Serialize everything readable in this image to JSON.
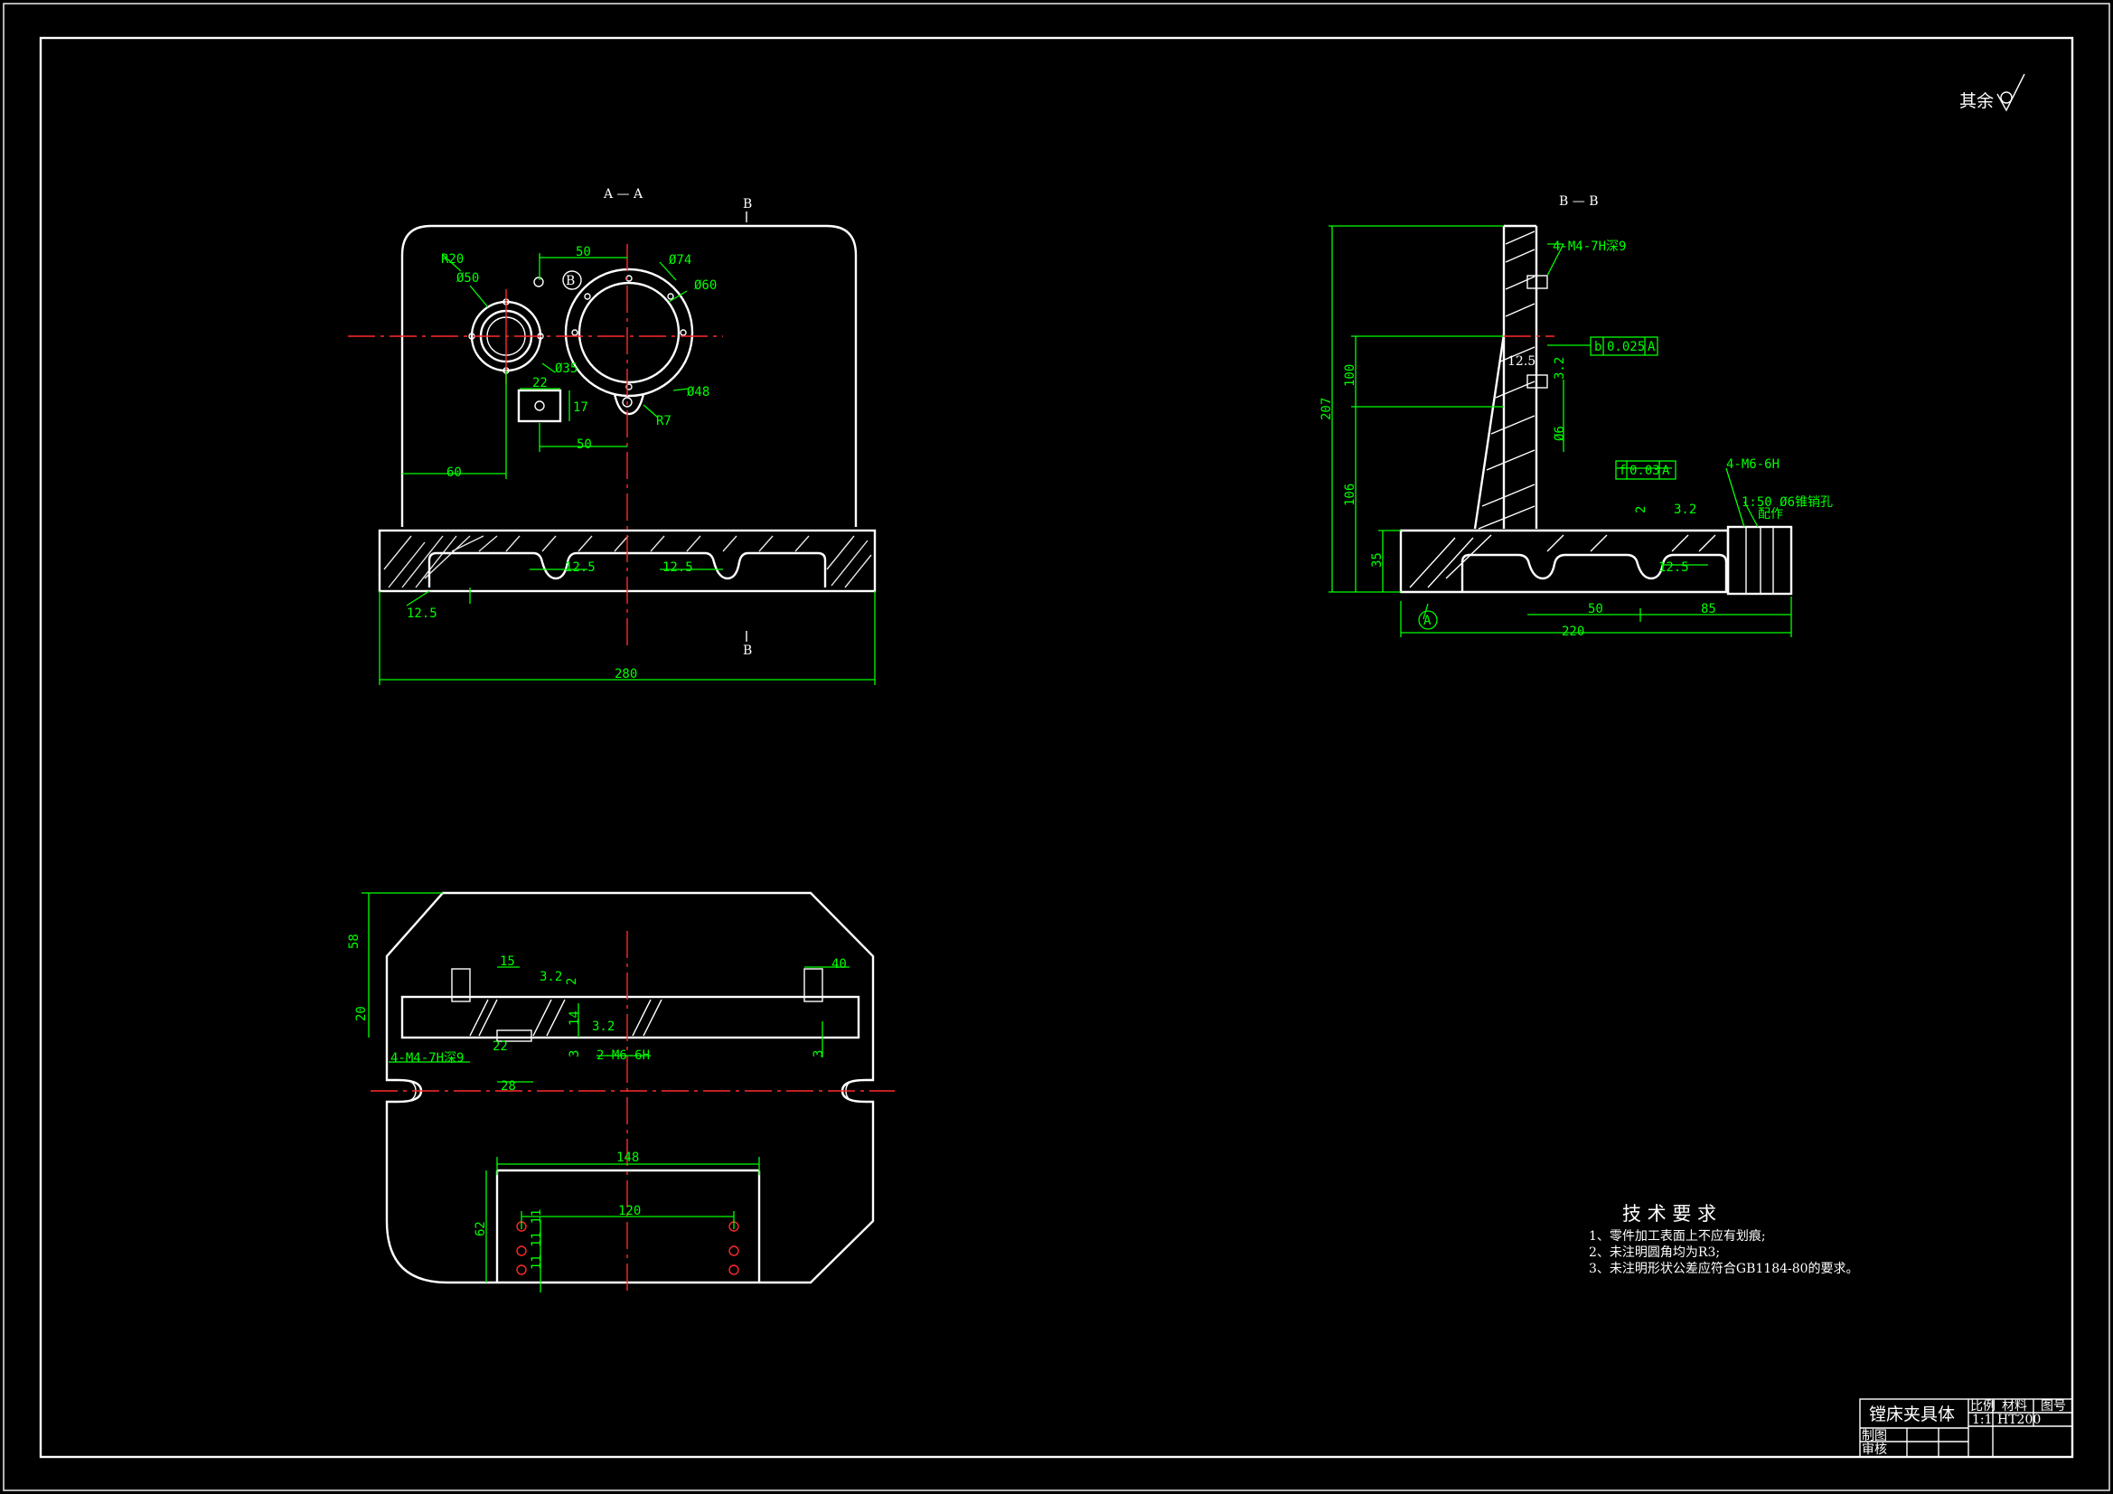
{
  "roughness_note": "其余",
  "views": {
    "section_aa": "A — A",
    "section_bb": "B — B",
    "cut_mark": "B"
  },
  "dims_main": {
    "r20": "R20",
    "d50": "Ø50",
    "s50_top": "50",
    "d74": "Ø74",
    "d60": "Ø60",
    "d35": "Ø35",
    "d48": "Ø48",
    "r7": "R7",
    "s22": "22",
    "s17": "17",
    "s50_bottom": "50",
    "s60": "60",
    "ra125_a": "12.5",
    "ra125_b": "12.5",
    "ra125_c": "12.5",
    "s280": "280",
    "datum_b": "B"
  },
  "dims_top": {
    "s58": "58",
    "s20": "20",
    "s15": "15",
    "s32a": "3.2",
    "s2": "2",
    "s40": "40",
    "s14": "14",
    "s32b": "3.2",
    "s3a": "3",
    "s3b": "3",
    "s28": "28",
    "s22b": "22",
    "m4": "4-M4-7H深9",
    "m6": "2-M6-6H",
    "s148": "148",
    "s120": "120",
    "s62": "62",
    "s11": "11 11 11"
  },
  "dims_side": {
    "s207": "207",
    "s100": "100",
    "s106": "106",
    "s35": "35",
    "m4": "4-M4-7H深9",
    "tol1_sym": "b",
    "tol1_val": "0.025",
    "tol1_ref": "A",
    "ra125": "12.5",
    "ra32": "3.2",
    "d6": "Ø6",
    "tol2_sym": "f",
    "tol2_val": "0.03",
    "tol2_ref": "A",
    "m6": "4-M6-6H",
    "s2": "2",
    "ra32b": "3.2",
    "taper": "1:50 Ø6锥销孔",
    "pin": "配作",
    "ra125b": "12.5",
    "s50": "50",
    "s85": "85",
    "s220": "220",
    "datum_a": "A"
  },
  "tech": {
    "title": "技 术 要 求",
    "req1": "1、零件加工表面上不应有划痕;",
    "req2": "2、未注明圆角均为R3;",
    "req3": "3、未注明形状公差应符合GB1184-80的要求。"
  },
  "title_block": {
    "name": "镗床夹具体",
    "scale_label": "比例",
    "material_label": "材料",
    "drawing_no_label": "图号",
    "scale": "1:1",
    "material": "HT200",
    "drawn": "制图",
    "checked": "审核"
  }
}
